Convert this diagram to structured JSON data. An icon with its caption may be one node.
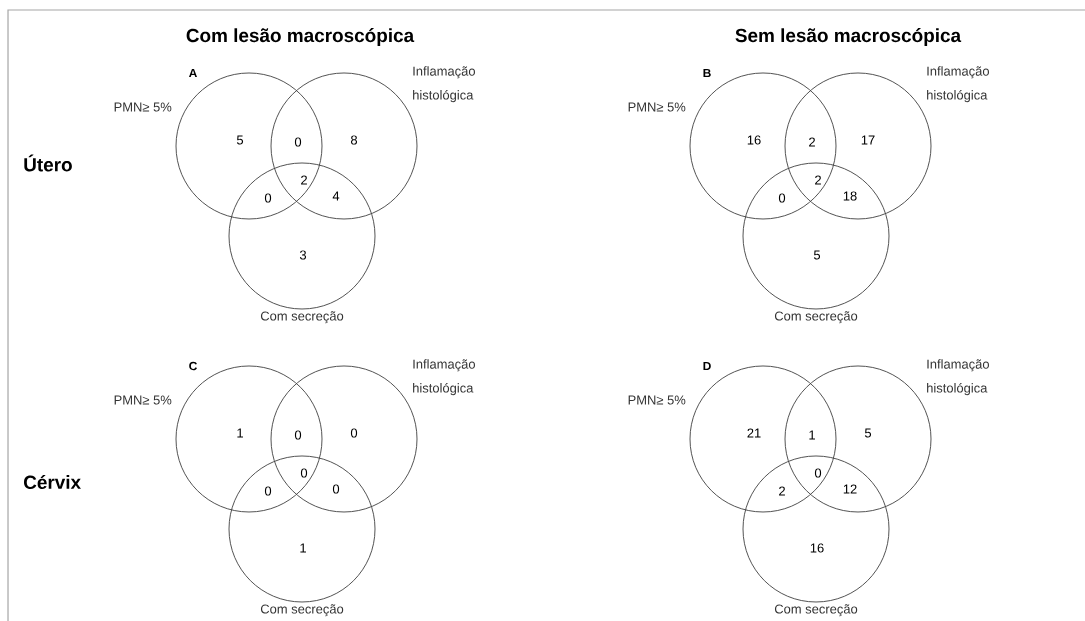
{
  "diagram": {
    "nodes": [
      {
        "text": [
          "PMN≥ 5%"
        ]
      },
      {
        "text": [
          "Inflamação histológica"
        ]
      },
      {
        "text": [
          "Com secreção"
        ]
      },
      {
        "text": [
          "PMN≥ 5%"
        ]
      },
      {
        "text": [
          "Inflamação histológica"
        ]
      },
      {
        "text": [
          "Com secreção"
        ]
      },
      {
        "text": [
          "PMN≥ 5%"
        ]
      },
      {
        "text": [
          "Inflamação histológica"
        ]
      },
      {
        "text": [
          "Com secreção"
        ]
      },
      {
        "text": [
          "PMN≥ 5%"
        ]
      },
      {
        "text": [
          "Inflamação histológica"
        ]
      },
      {
        "text": [
          "Com secreção"
        ]
      }
    ],
    "labels": [
      "Com lesão macroscópica",
      "Sem lesão macroscópica",
      "A",
      "5",
      "0",
      "8",
      "0",
      "2",
      "4",
      "3",
      "Útero",
      "B",
      "16",
      "2",
      "17",
      "0",
      "2",
      "18",
      "5",
      "C",
      "1",
      "0",
      "0",
      "0",
      "0",
      "0",
      "1",
      "Cérvix",
      "D",
      "21",
      "1",
      "5",
      "2",
      "0",
      "12",
      "16"
    ]
  }
}
